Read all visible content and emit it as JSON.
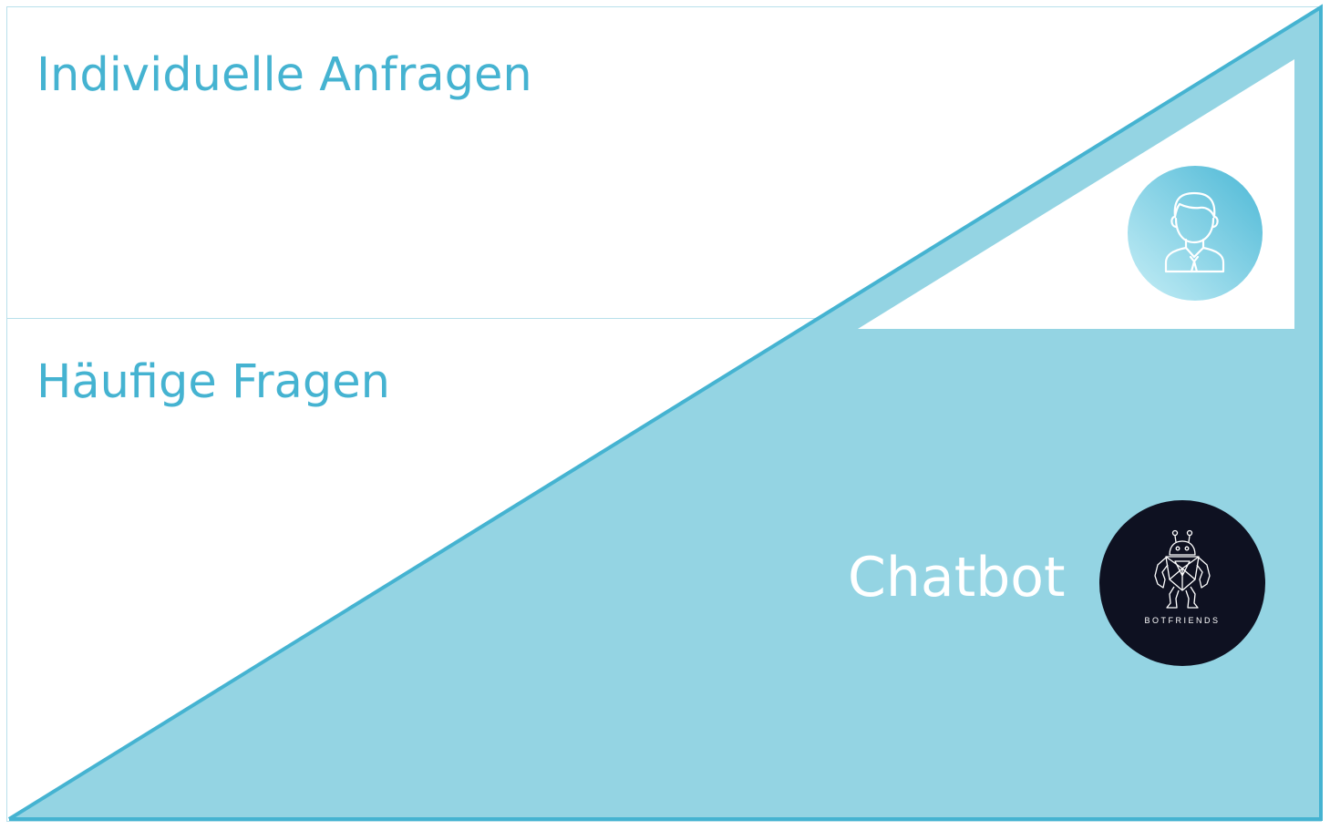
{
  "colors": {
    "accent": "#45b3d1",
    "fill": "#94d4e3",
    "divider": "#b8e0eb",
    "light_circle_start": "#c6eef6",
    "light_circle_end": "#4cb8d6",
    "robot_circle": "#0e1121",
    "white": "#ffffff"
  },
  "labels": {
    "individual": "Individuelle Anfragen",
    "frequent": "Häufige Fragen",
    "chatbot": "Chatbot",
    "brand": "BOTFRIENDS"
  },
  "icons": {
    "agent": "person-tie-icon",
    "robot": "robot-icon"
  }
}
